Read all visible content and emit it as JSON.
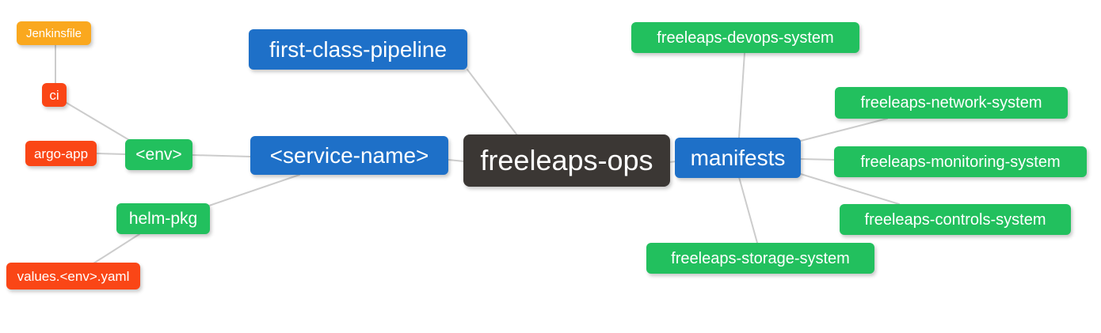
{
  "diagram": {
    "type": "mindmap",
    "title": "freeleaps-ops mindmap",
    "colors": {
      "root_node": "#3b3734",
      "level1_node": "#1e70c8",
      "level2_node": "#22c05e",
      "level3_node": "#fa4616",
      "level4_node": "#faa81e",
      "link": "#cccccc",
      "node_text": "#ffffff",
      "background": "#ffffff"
    },
    "nodes": {
      "freeleaps_ops": {
        "label": "freeleaps-ops",
        "level": 0
      },
      "first_class_pipeline": {
        "label": "first-class-pipeline",
        "level": 1
      },
      "service_name": {
        "label": "<service-name>",
        "level": 1
      },
      "manifests": {
        "label": "manifests",
        "level": 1
      },
      "env": {
        "label": "<env>",
        "level": 2
      },
      "helm_pkg": {
        "label": "helm-pkg",
        "level": 2
      },
      "ci": {
        "label": "ci",
        "level": 3
      },
      "argo_app": {
        "label": "argo-app",
        "level": 3
      },
      "values_env_yaml": {
        "label": "values.<env>.yaml",
        "level": 3
      },
      "jenkinsfile": {
        "label": "Jenkinsfile",
        "level": 4
      },
      "devops_system": {
        "label": "freeleaps-devops-system",
        "level": 2
      },
      "network_system": {
        "label": "freeleaps-network-system",
        "level": 2
      },
      "monitoring_system": {
        "label": "freeleaps-monitoring-system",
        "level": 2
      },
      "controls_system": {
        "label": "freeleaps-controls-system",
        "level": 2
      },
      "storage_system": {
        "label": "freeleaps-storage-system",
        "level": 2
      }
    },
    "edges": [
      {
        "from": "jenkinsfile",
        "to": "ci"
      },
      {
        "from": "ci",
        "to": "env"
      },
      {
        "from": "argo_app",
        "to": "env"
      },
      {
        "from": "env",
        "to": "service_name"
      },
      {
        "from": "helm_pkg",
        "to": "service_name"
      },
      {
        "from": "values_env_yaml",
        "to": "helm_pkg"
      },
      {
        "from": "first_class_pipeline",
        "to": "freeleaps_ops"
      },
      {
        "from": "service_name",
        "to": "freeleaps_ops"
      },
      {
        "from": "freeleaps_ops",
        "to": "manifests"
      },
      {
        "from": "manifests",
        "to": "devops_system"
      },
      {
        "from": "manifests",
        "to": "network_system"
      },
      {
        "from": "manifests",
        "to": "monitoring_system"
      },
      {
        "from": "manifests",
        "to": "controls_system"
      },
      {
        "from": "manifests",
        "to": "storage_system"
      }
    ]
  }
}
